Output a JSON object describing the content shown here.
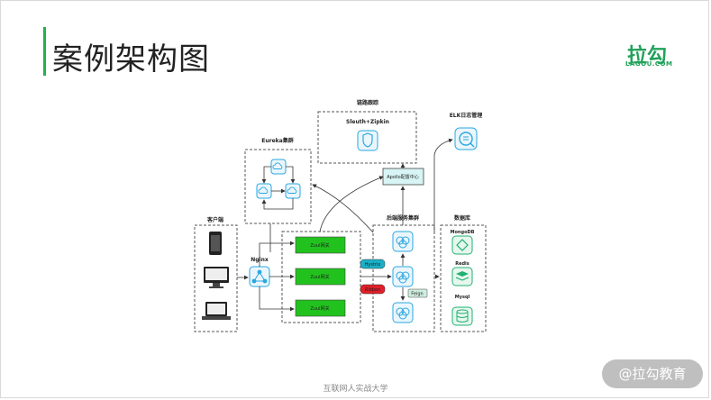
{
  "title": "案例架构图",
  "logo": {
    "main": "拉勾",
    "sub": "LAGOU.COM"
  },
  "footer": "互联网人实战大学",
  "watermark": "@拉勾教育",
  "diagram": {
    "trace_cluster": {
      "label": "链路跟踪",
      "title": "Sleuth+Zipkin"
    },
    "eureka_cluster": {
      "label": "Eureka集群"
    },
    "elk": {
      "label": "ELK日志管理"
    },
    "apollo": {
      "label": "Apollo配置中心"
    },
    "client": {
      "label": "客户端"
    },
    "nginx": {
      "label": "Nginx"
    },
    "zuul": {
      "items": [
        "Zuul网关",
        "Zuul网关",
        "Zuul网关"
      ]
    },
    "backend": {
      "label": "后端服务集群"
    },
    "database": {
      "label": "数据库",
      "items": [
        "MongoDB",
        "Redis",
        "Mysql"
      ]
    },
    "tags": {
      "hystrix": "Hystrix",
      "ribbon": "Ribbon",
      "feign": "Feign"
    }
  },
  "colors": {
    "accent": "#21b14c",
    "zuul": "#22c21e",
    "icon": "#2aa7e0",
    "hystrix": "#1ab0c8",
    "ribbon": "#e0202a",
    "apollo": "#d8f4f4"
  }
}
